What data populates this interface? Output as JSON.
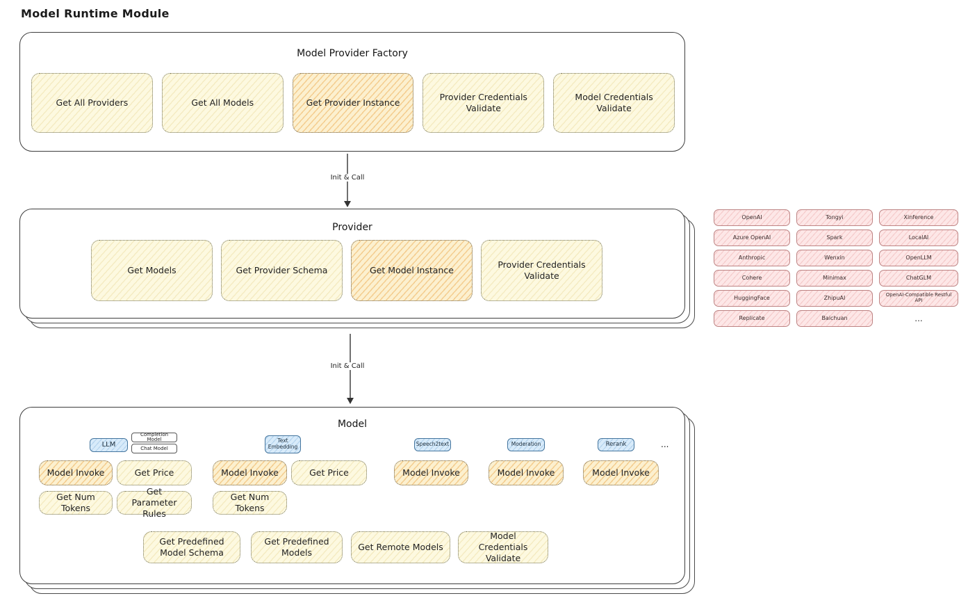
{
  "title": "Model Runtime Module",
  "arrow_label_1": "Init & Call",
  "arrow_label_2": "Init & Call",
  "colors": {
    "yellow_fill": "#fdf9e0",
    "orange_fill": "#fcf0cf",
    "pink_fill": "#fde7e7",
    "blue_fill": "#d8ebfa"
  },
  "factory": {
    "title": "Model Provider Factory",
    "items": [
      "Get All Providers",
      "Get All Models",
      "Get Provider Instance",
      "Provider Credentials Validate",
      "Model Credentials Validate"
    ]
  },
  "provider": {
    "title": "Provider",
    "items": [
      "Get Models",
      "Get Provider Schema",
      "Get Model Instance",
      "Provider Credentials Validate"
    ]
  },
  "providers": {
    "columns": [
      [
        "OpenAI",
        "Azure OpenAI",
        "Anthropic",
        "Cohere",
        "HuggingFace",
        "Replicate"
      ],
      [
        "Tongyi",
        "Spark",
        "Wenxin",
        "Minimax",
        "ZhipuAI",
        "Baichuan"
      ],
      [
        "Xinference",
        "LocalAI",
        "OpenLLM",
        "ChatGLM",
        "OpenAI-Compatible Restful API"
      ]
    ],
    "ellipsis": "..."
  },
  "model": {
    "title": "Model",
    "chips": [
      "LLM",
      "Text Embedding",
      "Speech2text",
      "Moderation",
      "Rerank"
    ],
    "llm_subtypes": [
      "Completion Model",
      "Chat Model"
    ],
    "chips_ellipsis": "...",
    "invoke_row": [
      "Model Invoke",
      "Get Price",
      "Model Invoke",
      "Get Price",
      "Model Invoke",
      "Model Invoke",
      "Model Invoke"
    ],
    "tokens_row": [
      "Get Num Tokens",
      "Get Parameter Rules",
      "Get Num Tokens"
    ],
    "schema_row": [
      "Get Predefined Model Schema",
      "Get Predefined Models",
      "Get Remote Models",
      "Model Credentials Validate"
    ]
  }
}
